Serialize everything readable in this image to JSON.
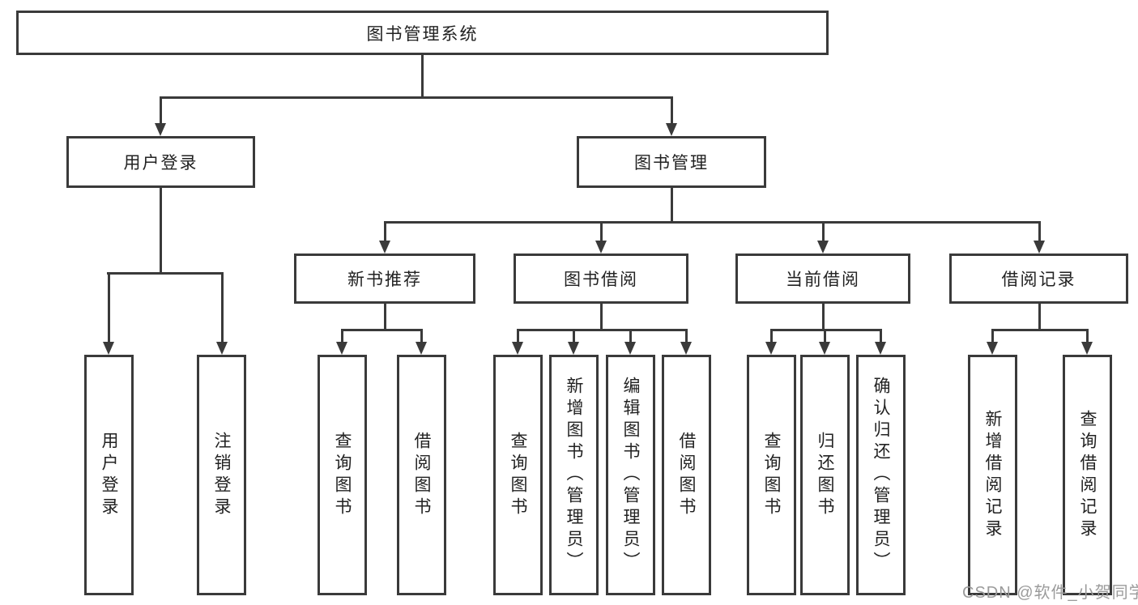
{
  "diagram": {
    "nodes": {
      "root": "图书管理系统",
      "l2": [
        "用户登录",
        "图书管理"
      ],
      "l3": [
        "新书推荐",
        "图书借阅",
        "当前借阅",
        "借阅记录"
      ],
      "leaves": [
        "用户登录",
        "注销登录",
        "查询图书",
        "借阅图书",
        "查询图书",
        "新增图书（管理员）",
        "编辑图书（管理员）",
        "借阅图书",
        "查询图书",
        "归还图书",
        "确认归还（管理员）",
        "新增借阅记录",
        "查询借阅记录"
      ]
    },
    "watermark": "CSDN @软件_小贺同学",
    "colors": {
      "line": "#3a3a3a",
      "text": "#222222",
      "watermark": "#9b9b9b",
      "background": "#ffffff"
    }
  }
}
